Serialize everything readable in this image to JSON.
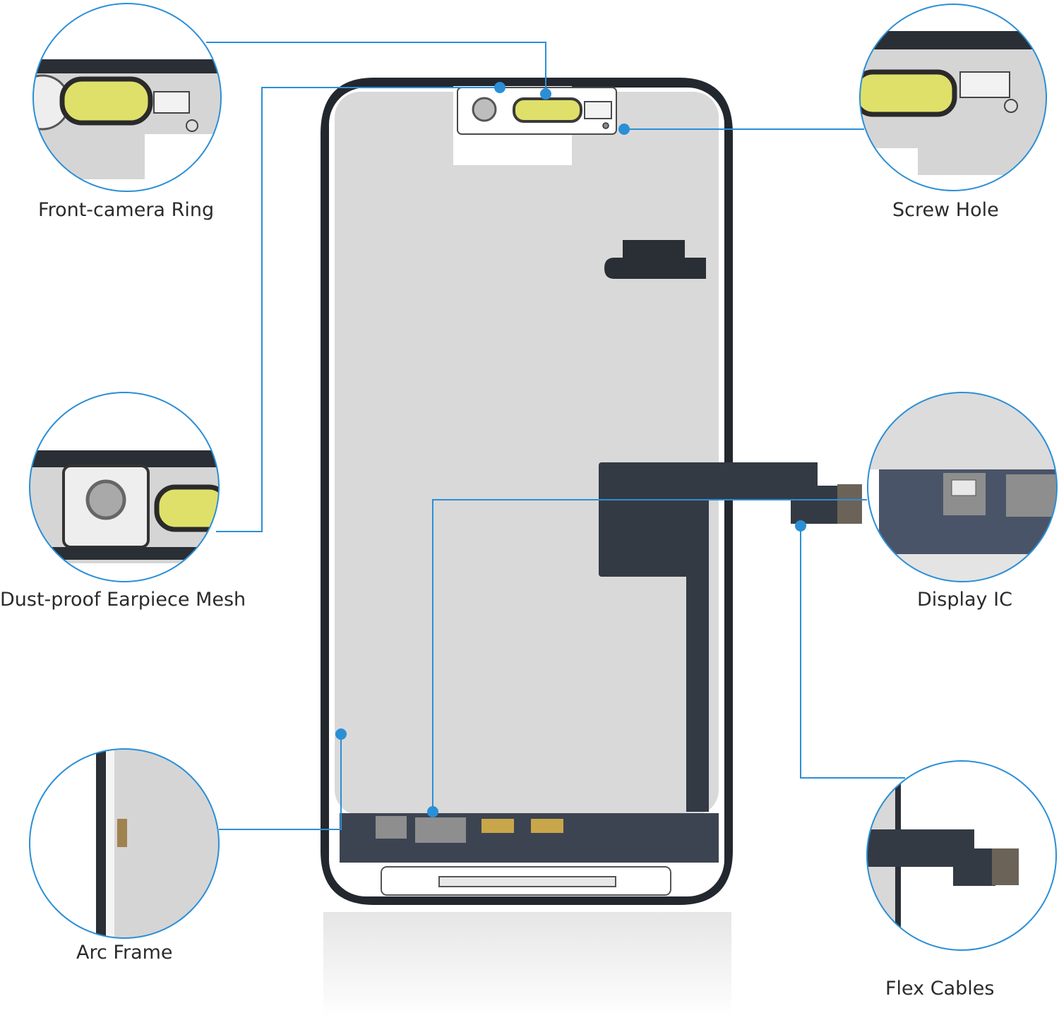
{
  "colors": {
    "callout": "#2b8fd6",
    "frame": "#23272e",
    "panel": "#d9d9d9",
    "flex": "#333a44",
    "chip": "#8e8e8e",
    "mesh": "#dfe06a"
  },
  "labels": {
    "front_camera_ring": "Front-camera Ring",
    "screw_hole": "Screw Hole",
    "dust_proof_mesh": "Dust-proof Earpiece Mesh",
    "display_ic": "Display IC",
    "arc_frame": "Arc Frame",
    "flex_cables": "Flex Cables"
  }
}
